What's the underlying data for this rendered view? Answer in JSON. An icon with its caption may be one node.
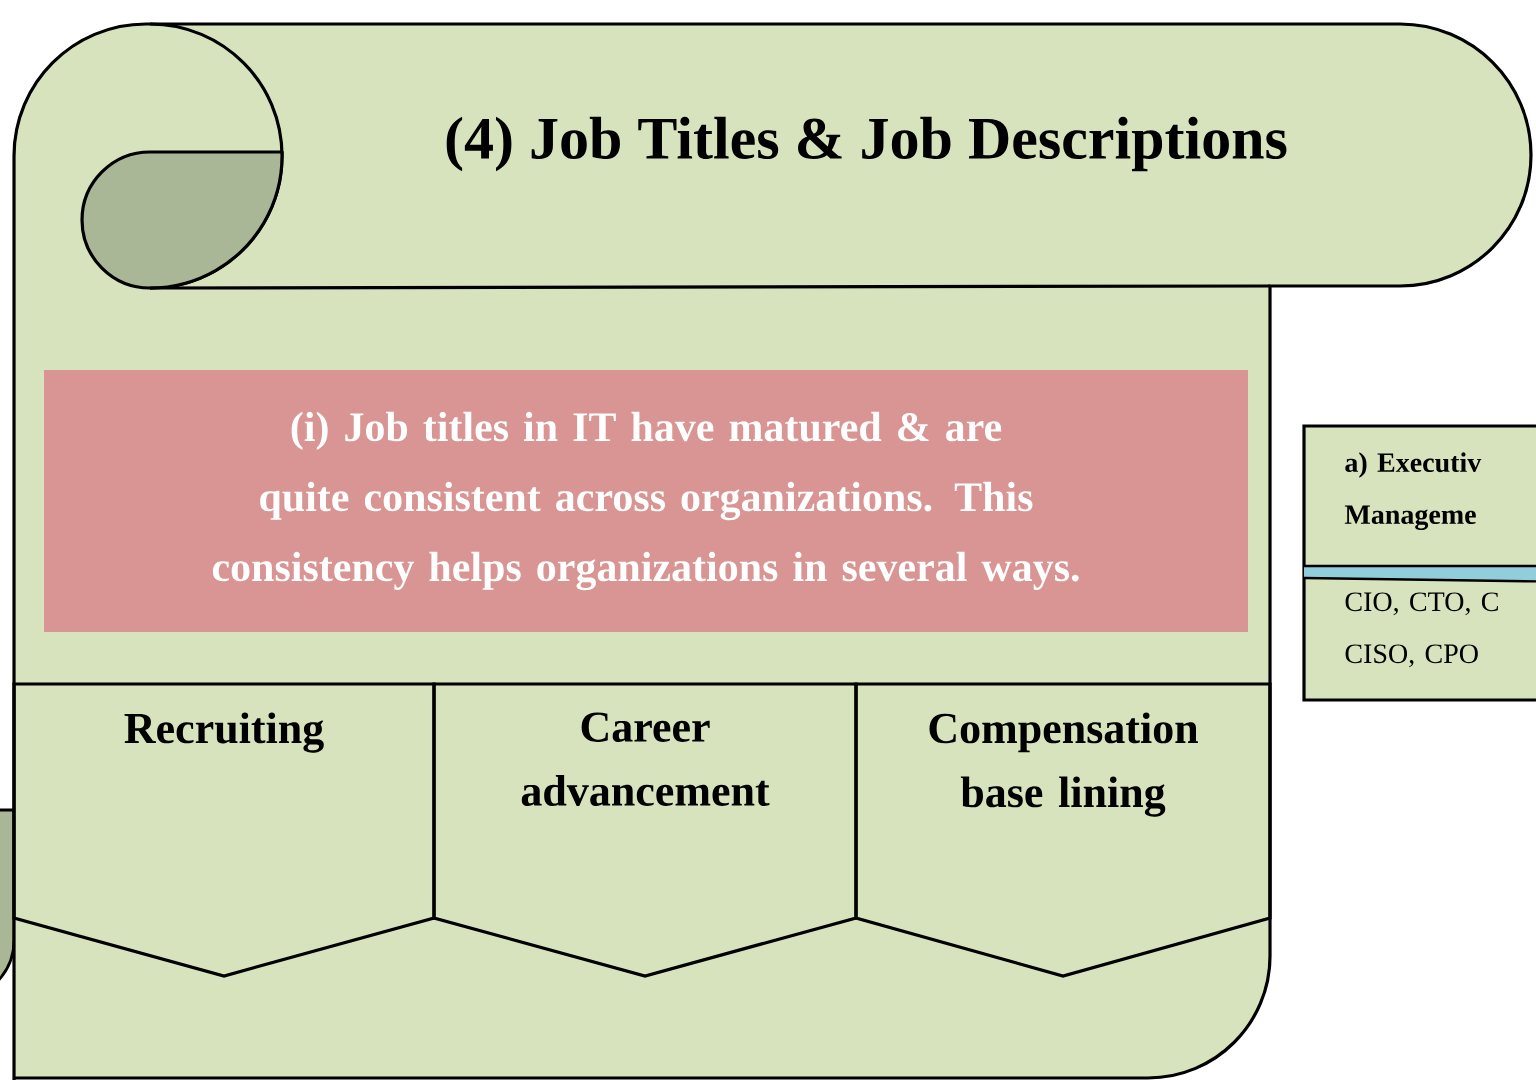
{
  "diagram": {
    "nodes": [
      {
        "text": [
          "(4) Job Titles & Job Descriptions"
        ]
      },
      {
        "text": [
          "(i) Job titles in IT have matured & are quite consistent across organizations. This consistency helps organizations in several ways."
        ],
        "in": 0
      },
      {
        "text": [
          "Recruiting"
        ],
        "in": 0
      },
      {
        "text": [
          "Career advancement"
        ],
        "in": 0
      },
      {
        "text": [
          "Compensation base lining"
        ],
        "in": 0
      },
      {
        "text": [
          "a) Executiv Manageme",
          "CIO, CTO, C CISO, CPO"
        ]
      }
    ]
  }
}
